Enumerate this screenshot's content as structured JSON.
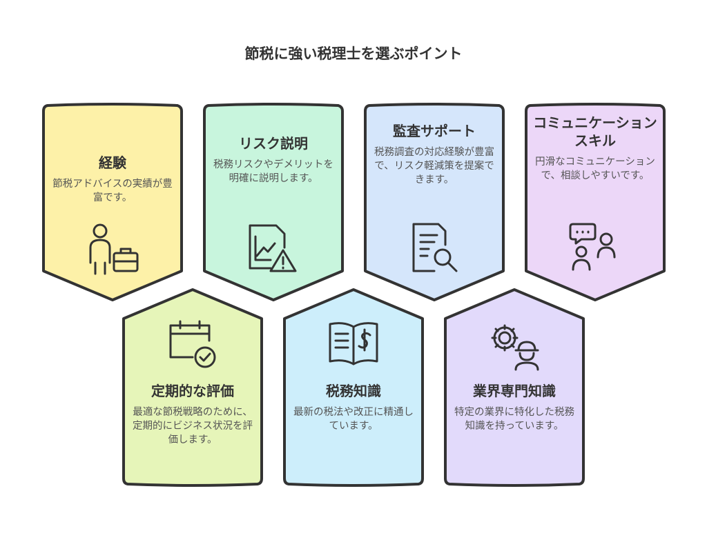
{
  "title": "節税に強い税理士を選ぶポイント",
  "colors": {
    "outline": "#333333",
    "yellow": "#fdf1a8",
    "mint": "#c8f5dd",
    "blue": "#d5e6fb",
    "lavender": "#ecd7f8",
    "lime": "#e6f5b9",
    "sky": "#cdeefb",
    "purple": "#e2dafb"
  },
  "cards": [
    {
      "title": "経験",
      "desc": "節税アドバイスの実績が豊富です。",
      "icon": "person-briefcase-icon"
    },
    {
      "title": "リスク説明",
      "desc": "税務リスクやデメリットを明確に説明します。",
      "icon": "chart-warning-icon"
    },
    {
      "title": "監査サポート",
      "desc": "税務調査の対応経験が豊富で、リスク軽減策を提案できます。",
      "icon": "document-search-icon"
    },
    {
      "title": "コミュニケーションスキル",
      "desc": "円滑なコミュニケーションで、相談しやすいです。",
      "icon": "chat-people-icon"
    },
    {
      "title": "定期的な評価",
      "desc": "最適な節税戦略のために、定期的にビジネス状況を評価します。",
      "icon": "calendar-check-icon"
    },
    {
      "title": "税務知識",
      "desc": "最新の税法や改正に精通しています。",
      "icon": "book-dollar-icon"
    },
    {
      "title": "業界専門知識",
      "desc": "特定の業界に特化した税務知識を持っています。",
      "icon": "gear-worker-icon"
    }
  ]
}
